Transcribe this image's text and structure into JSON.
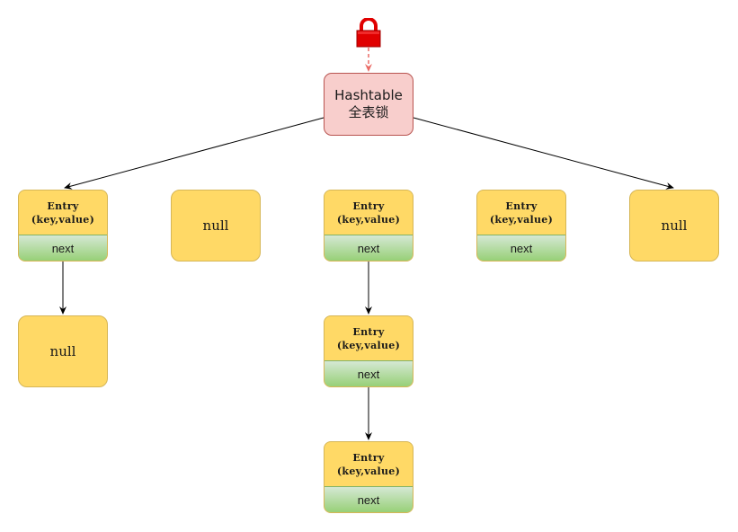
{
  "root": {
    "line1": "Hashtable",
    "line2": "全表锁"
  },
  "lock_icon": "padlock-icon",
  "colors": {
    "root_fill": "#f8cecc",
    "root_border": "#b85450",
    "node_fill": "#ffd966",
    "node_border": "#d6b656",
    "next_fill": "#97d077",
    "next_border": "#82b366",
    "lock": "#e00000",
    "lock_arrow": "#ea6b66"
  },
  "entries": [
    {
      "line1": "Entry",
      "line2": "(key,value)",
      "next": "next"
    },
    {
      "line1": "Entry",
      "line2": "(key,value)",
      "next": "next"
    },
    {
      "line1": "Entry",
      "line2": "(key,value)",
      "next": "next"
    },
    {
      "line1": "Entry",
      "line2": "(key,value)",
      "next": "next"
    },
    {
      "line1": "Entry",
      "line2": "(key,value)",
      "next": "next"
    }
  ],
  "nulls": [
    "null",
    "null",
    "null"
  ]
}
